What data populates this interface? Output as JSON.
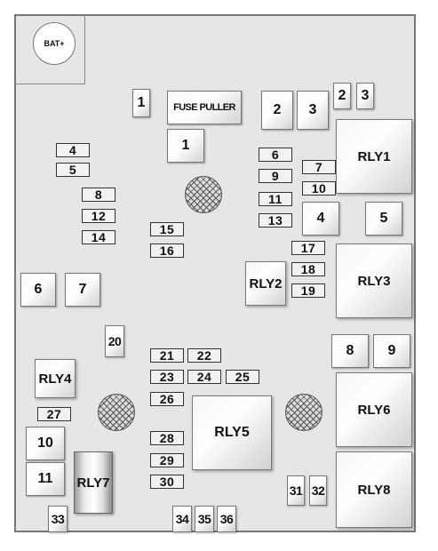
{
  "battery_label": "BAT+",
  "fuse_puller_label": "FUSE PULLER",
  "positions": [
    "1",
    "2",
    "3",
    "2",
    "3",
    "1",
    "4",
    "5",
    "6",
    "9",
    "7",
    "10",
    "8",
    "11",
    "12",
    "4",
    "5",
    "13",
    "14",
    "15",
    "16",
    "17",
    "18",
    "6",
    "7",
    "19",
    "8",
    "9",
    "20",
    "21",
    "22",
    "23",
    "24",
    "25",
    "26",
    "27",
    "10",
    "28",
    "29",
    "11",
    "30",
    "31",
    "32",
    "33",
    "34",
    "35",
    "36"
  ],
  "relays": [
    "RLY1",
    "RLY2",
    "RLY3",
    "RLY4",
    "RLY5",
    "RLY6",
    "RLY7",
    "RLY8"
  ]
}
